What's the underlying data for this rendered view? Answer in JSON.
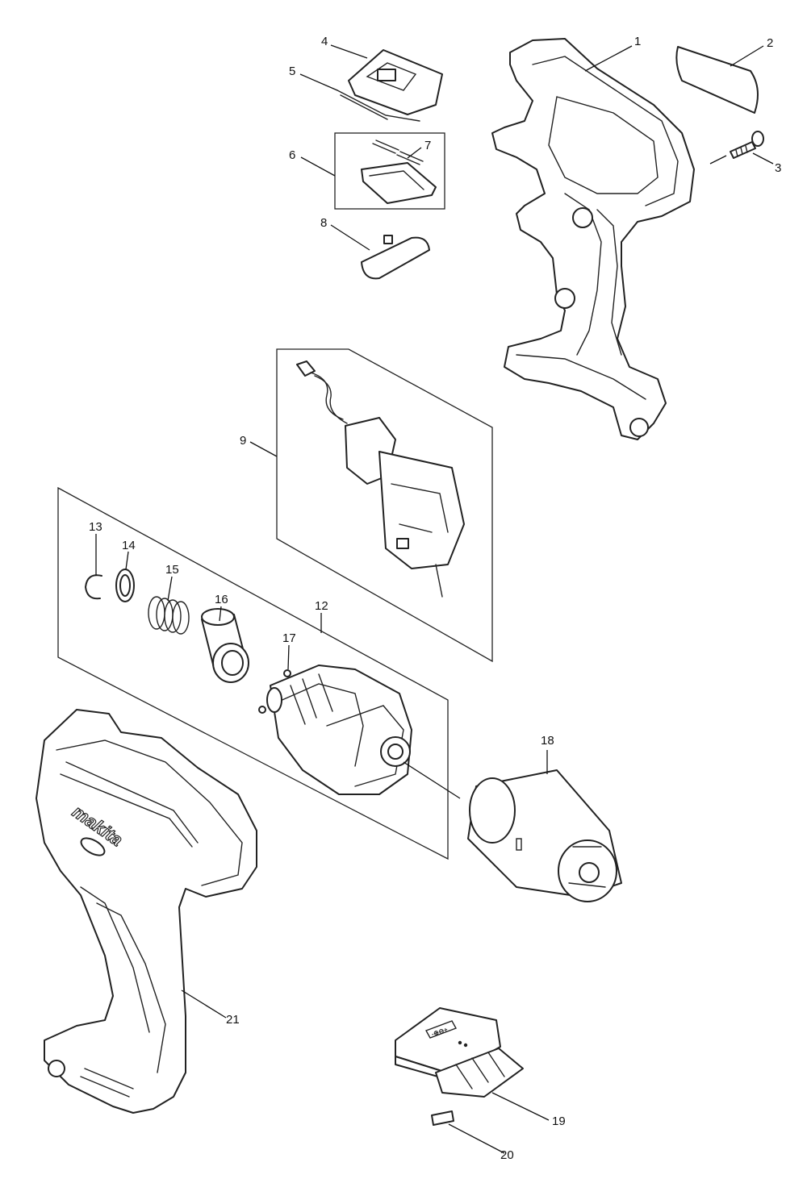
{
  "diagram": {
    "type": "exploded-parts-diagram",
    "callouts": [
      "1",
      "2",
      "3",
      "4",
      "5",
      "6",
      "7",
      "8",
      "9",
      "12",
      "13",
      "14",
      "15",
      "16",
      "17",
      "18",
      "19",
      "20",
      "21"
    ],
    "logo_text": "makita",
    "label_text": "-⊕⊖+"
  }
}
